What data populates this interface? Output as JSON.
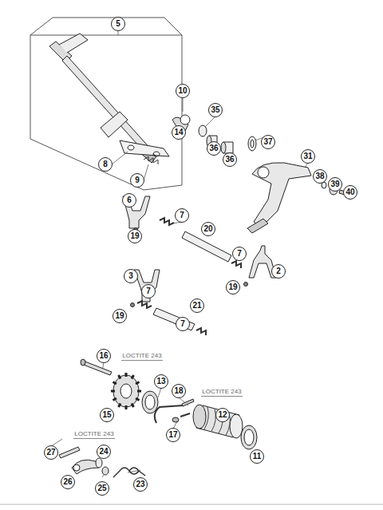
{
  "diagram": {
    "labels": [
      "5",
      "8",
      "9",
      "10",
      "35",
      "14",
      "36",
      "36",
      "37",
      "31",
      "38",
      "39",
      "40",
      "6",
      "7",
      "19",
      "20",
      "7",
      "2",
      "19",
      "3",
      "7",
      "19",
      "21",
      "7",
      "16",
      "LOCTITE 243",
      "15",
      "13",
      "18",
      "LOCTITE 243",
      "12",
      "17",
      "11",
      "LOCTITE 243",
      "27",
      "26",
      "24",
      "25",
      "23"
    ]
  }
}
